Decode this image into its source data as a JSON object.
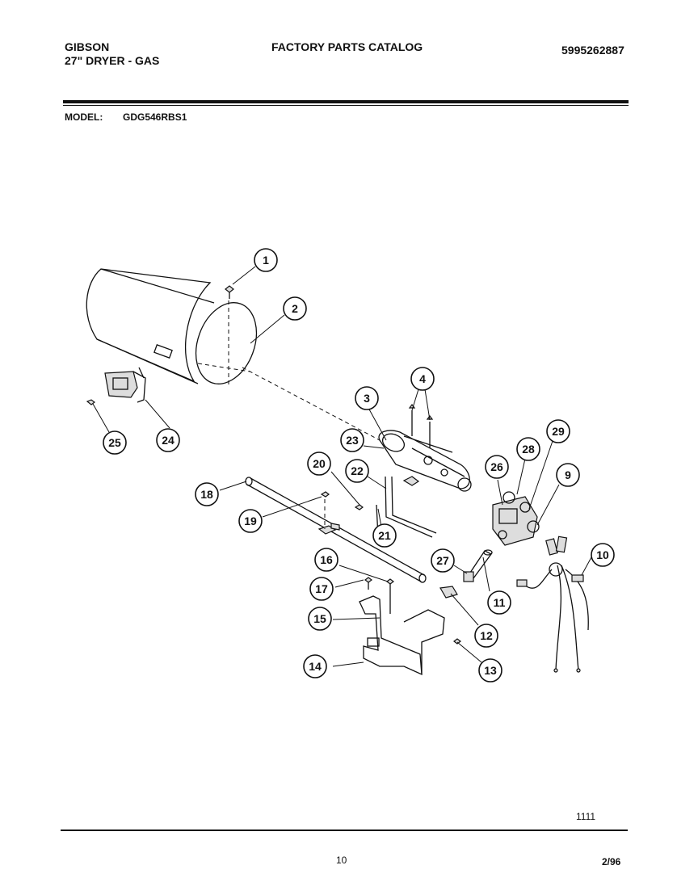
{
  "header": {
    "brand": "GIBSON",
    "product": "27\" DRYER - GAS",
    "catalog_title": "FACTORY PARTS CATALOG",
    "catalog_number": "5995262887",
    "model_label": "MODEL:",
    "model_value": "GDG546RBS1"
  },
  "footer": {
    "diagram_code": "1111",
    "page_number": "10",
    "date": "2/96"
  },
  "callouts": {
    "c1": "1",
    "c2": "2",
    "c3": "3",
    "c4": "4",
    "c9": "9",
    "c10": "10",
    "c11": "11",
    "c12": "12",
    "c13": "13",
    "c14": "14",
    "c15": "15",
    "c16": "16",
    "c17": "17",
    "c18": "18",
    "c19": "19",
    "c20": "20",
    "c21": "21",
    "c22": "22",
    "c23": "23",
    "c24": "24",
    "c25": "25",
    "c26": "26",
    "c27": "27",
    "c28": "28",
    "c29": "29"
  }
}
